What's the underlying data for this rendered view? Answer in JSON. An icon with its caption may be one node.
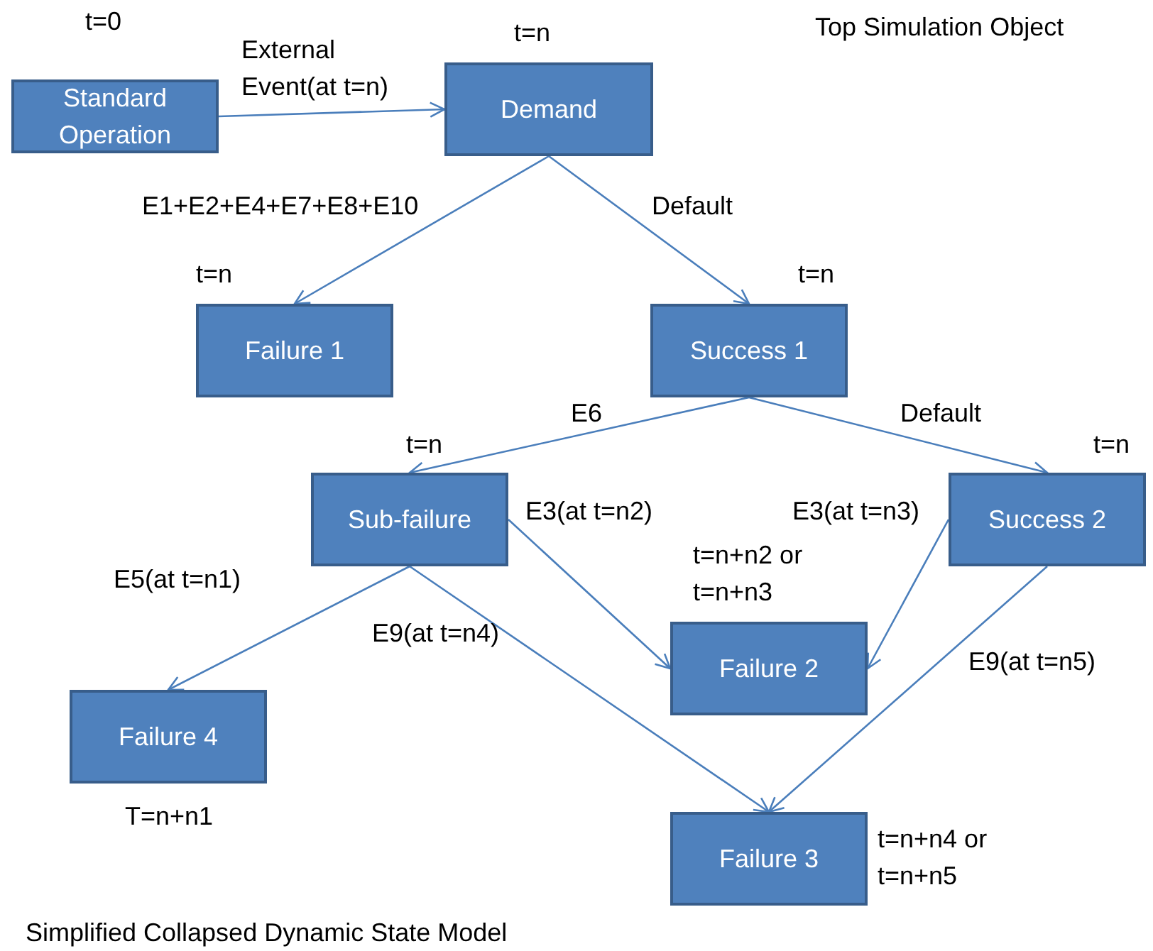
{
  "diagram": {
    "caption": "Simplified Collapsed Dynamic State Model",
    "nodes": [
      {
        "text": [
          "Standard Operation"
        ],
        "beside": [
          "t=0"
        ]
      },
      {
        "text": [
          "Demand"
        ],
        "beside": [
          "t=n"
        ]
      },
      {
        "text": [
          "Failure 1"
        ],
        "beside": [
          "t=n"
        ]
      },
      {
        "text": [
          "Success 1"
        ],
        "beside": [
          "t=n"
        ]
      },
      {
        "text": [
          "Sub-failure"
        ],
        "beside": [
          "t=n"
        ]
      },
      {
        "text": [
          "Success 2"
        ],
        "beside": [
          "t=n"
        ]
      },
      {
        "text": [
          "Failure 2"
        ],
        "beside": [
          "t=n+n2 or t=n+n3"
        ]
      },
      {
        "text": [
          "Failure 4"
        ],
        "beside": [
          "T=n+n1"
        ]
      },
      {
        "text": [
          "Failure 3"
        ],
        "beside": [
          "t=n+n4 or t=n+n5"
        ]
      }
    ],
    "edges": [
      {
        "from": 0,
        "to": 1,
        "arrow": "to",
        "label": "External Event(at t=n)"
      },
      {
        "from": 1,
        "to": 2,
        "arrow": "to",
        "label": "E1+E2+E4+E7+E8+E10"
      },
      {
        "from": 1,
        "to": 3,
        "arrow": "to",
        "label": "Default"
      },
      {
        "from": 3,
        "to": 4,
        "arrow": "to",
        "label": "E6"
      },
      {
        "from": 3,
        "to": 5,
        "arrow": "to",
        "label": "Default"
      },
      {
        "from": 4,
        "to": 6,
        "arrow": "to",
        "label": "E3(at t=n2)"
      },
      {
        "from": 5,
        "to": 6,
        "arrow": "to",
        "label": "E3(at t=n3)"
      },
      {
        "from": 4,
        "to": 7,
        "arrow": "to",
        "label": "E5(at t=n1)"
      },
      {
        "from": 4,
        "to": 8,
        "arrow": "to",
        "label": "E9(at t=n4)"
      },
      {
        "from": 5,
        "to": 8,
        "arrow": "to",
        "label": "E9(at t=n5)"
      }
    ],
    "labels": [
      "Top Simulation Object"
    ]
  }
}
